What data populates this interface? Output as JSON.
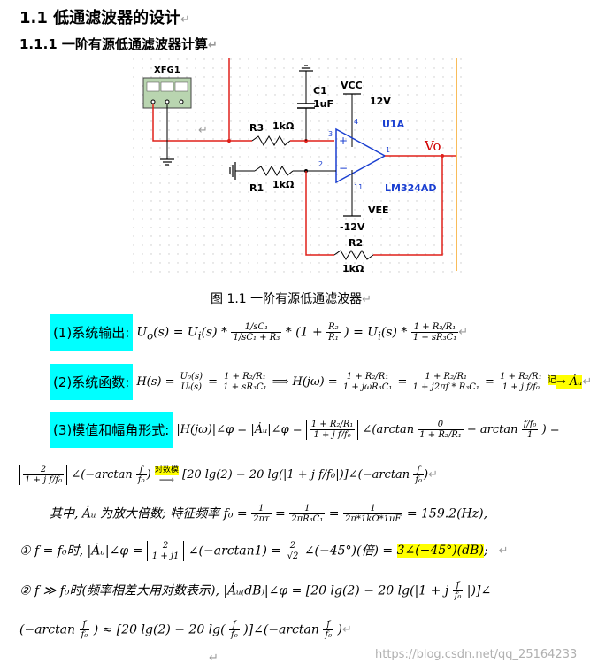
{
  "heading1": "1.1 低通滤波器的设计",
  "heading2": "1.1.1 一阶有源低通滤波器计算",
  "circuit": {
    "xfg": "XFG1",
    "c1": "C1",
    "c1_value": "1uF",
    "c1_res": "1kΩ",
    "vcc": "VCC",
    "vcc_value": "12V",
    "pin4": "4",
    "u1a": "U1A",
    "r3": "R3",
    "pin3": "3",
    "pin1": "1",
    "vo": "Vo",
    "pin2": "2",
    "r1": "R1",
    "r1_value": "1kΩ",
    "pin11": "11",
    "lm": "LM324AD",
    "vee": "VEE",
    "vee_value": "-12V",
    "r2": "R2",
    "r2_value": "1kΩ",
    "plus": "+",
    "minus": "−"
  },
  "caption": "图 1.1  一阶有源低通滤波器",
  "eq1": {
    "label": "(1)系统输出:",
    "lhs": "U",
    "lhs_sub": "o",
    "arg": "(s) = U",
    "sub_i": "i",
    "arg2": "(s) * ",
    "f1_num": "1/sC₁",
    "f1_den": "1/sC₁ + R₃",
    "mid": " * (1 + ",
    "f2_num": "R₂",
    "f2_den": "R₁",
    "mid2": ") = U",
    "sub_i2": "i",
    "arg3": "(s) * ",
    "f3_num": "1 + R₂/R₁",
    "f3_den": "1 + sR₃C₁"
  },
  "eq2": {
    "label": "(2)系统函数:",
    "lhs": "H(s) = ",
    "f1_num": "U₀(s)",
    "f1_den": "Uᵢ(s)",
    "eq": " = ",
    "f2_num": "1 + R₂/R₁",
    "f2_den": "1 + sR₃C₁",
    "arrow": " ⟹ H(jω) = ",
    "f3_num": "1 + R₂/R₁",
    "f3_den": "1 + jωR₃C₁",
    "f4_num": "1 + R₂/R₁",
    "f4_den": "1 + j2πf * R₃C₁",
    "f5_num": "1 + R₂/R₁",
    "f5_den": "1 + j f/f₀",
    "note": "记",
    "au": "→ Ȧᵤ"
  },
  "eq3": {
    "label": "(3)模值和幅角形式:",
    "expr": "|H(jω)|∠φ = |Ȧᵤ|∠φ = ",
    "f1_num": "1 + R₂/R₁",
    "f1_den": "1 + j f/f₀",
    "arc": "∠(arctan ",
    "f2_num": "0",
    "f2_den": "1 + R₂/R₁",
    "minus": " − arctan ",
    "f3_num": "f/f₀",
    "f3_den": "1",
    "end": ") ="
  },
  "eq4": {
    "f1_num": "2",
    "f1_den": "1 + j f/f₀",
    "arc": "∠(−arctan ",
    "f2_num": "f",
    "f2_den": "f₀",
    "close": ")",
    "tag": "对数模",
    "rhs": "[20 lg(2) − 20 lg(|1 + j f/f₀|)]∠(−arctan ",
    "f3_num": "f",
    "f3_den": "f₀",
    "end": ")"
  },
  "eq5": {
    "text": "其中, Ȧᵤ 为放大倍数; 特征频率 f₀ = ",
    "f1_num": "1",
    "f1_den": "2πτ",
    "f2_num": "1",
    "f2_den": "2πR₃C₁",
    "f3_num": "1",
    "f3_den": "2π*1kΩ*1uF",
    "end": " = 159.2(Hz),"
  },
  "eq6": {
    "text": "① f = f₀时, |Ȧᵤ|∠φ = ",
    "f1_num": "2",
    "f1_den": "1 + j1",
    "mid": "∠(−arctan1) = ",
    "f2_num": "2",
    "f2_den": "√2",
    "mid2": "∠(−45°)(倍) = ",
    "hl": "3∠(−45°)(dB)",
    "end": ";"
  },
  "eq7": {
    "text": "② f ≫ f₀时(频率相差大用对数表示), |Ȧᵤ₍dB₎|∠φ = [20 lg(2) − 20 lg(|1 + j ",
    "f1_num": "f",
    "f1_den": "f₀",
    "end": "|)]∠"
  },
  "eq8": {
    "text": "(−arctan ",
    "f1_num": "f",
    "f1_den": "f₀",
    "mid": ") ≈ [20 lg(2) − 20 lg(",
    "f2_num": "f",
    "f2_den": "f₀",
    "mid2": ")]∠(−arctan ",
    "f3_num": "f",
    "f3_den": "f₀",
    "end": ")"
  },
  "return_mark": "↵",
  "watermark": "https://blog.csdn.net/qq_25164233"
}
